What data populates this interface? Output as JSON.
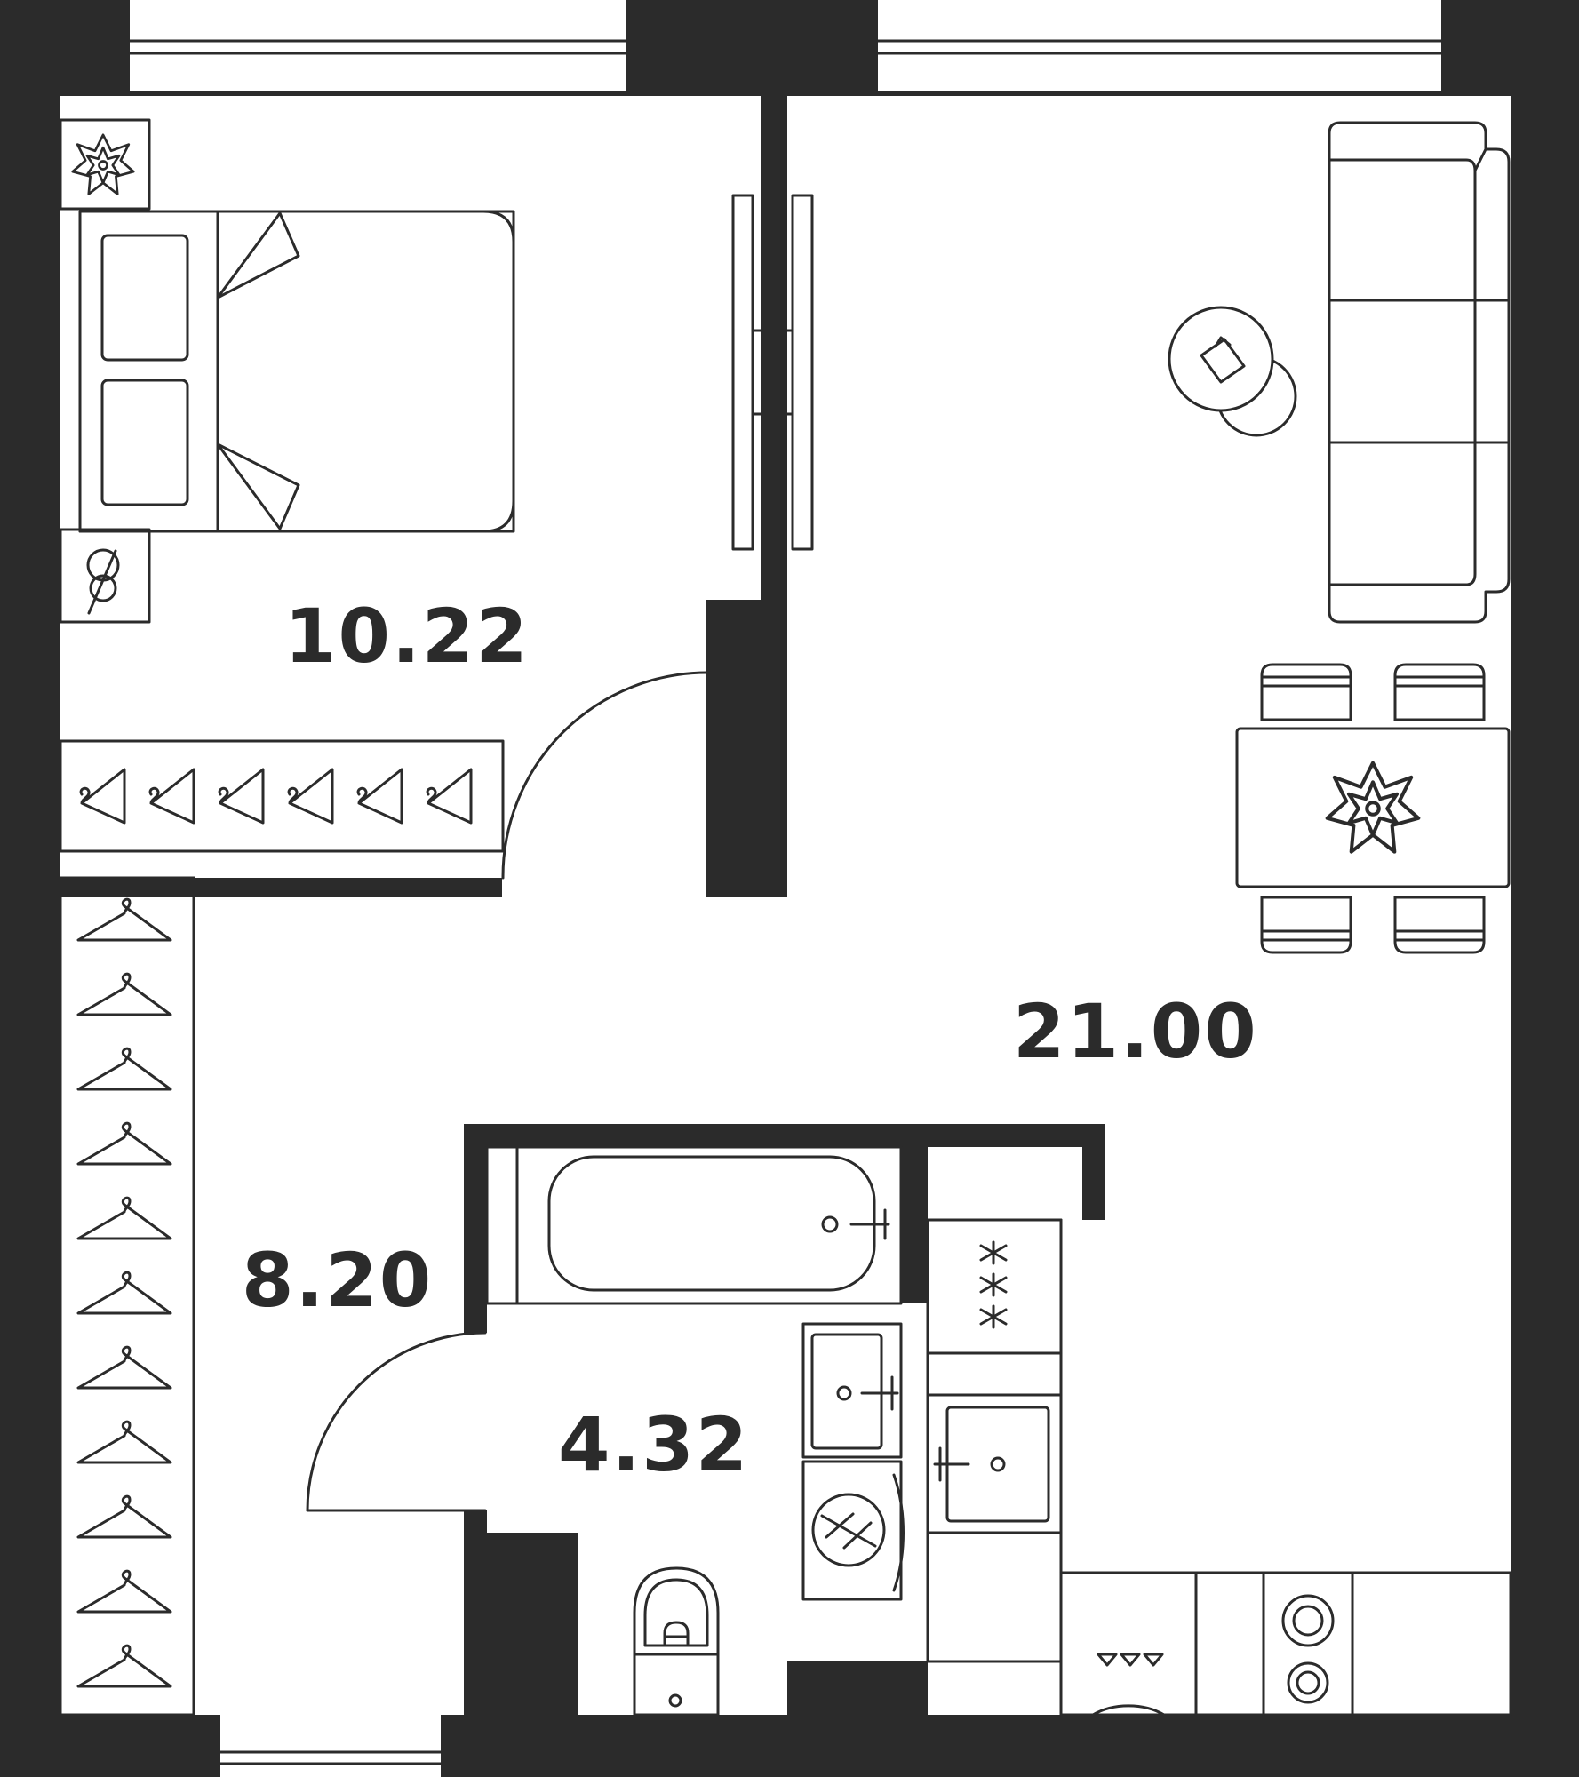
{
  "rooms": [
    {
      "id": "bedroom",
      "area": "10.22"
    },
    {
      "id": "living-kitchen",
      "area": "21.00"
    },
    {
      "id": "hallway",
      "area": "8.20"
    },
    {
      "id": "bathroom",
      "area": "4.32"
    }
  ],
  "colors": {
    "wall": "#2b2b2b",
    "floor": "#ffffff",
    "line": "#2b2b2b"
  },
  "icons": [
    "flower-icon",
    "hanger-icon",
    "sofa-icon",
    "bed-icon",
    "bathtub-icon",
    "toilet-icon",
    "sink-icon",
    "washing-machine-icon",
    "stove-icon",
    "table-icon",
    "chair-icon",
    "lamp-icon"
  ]
}
